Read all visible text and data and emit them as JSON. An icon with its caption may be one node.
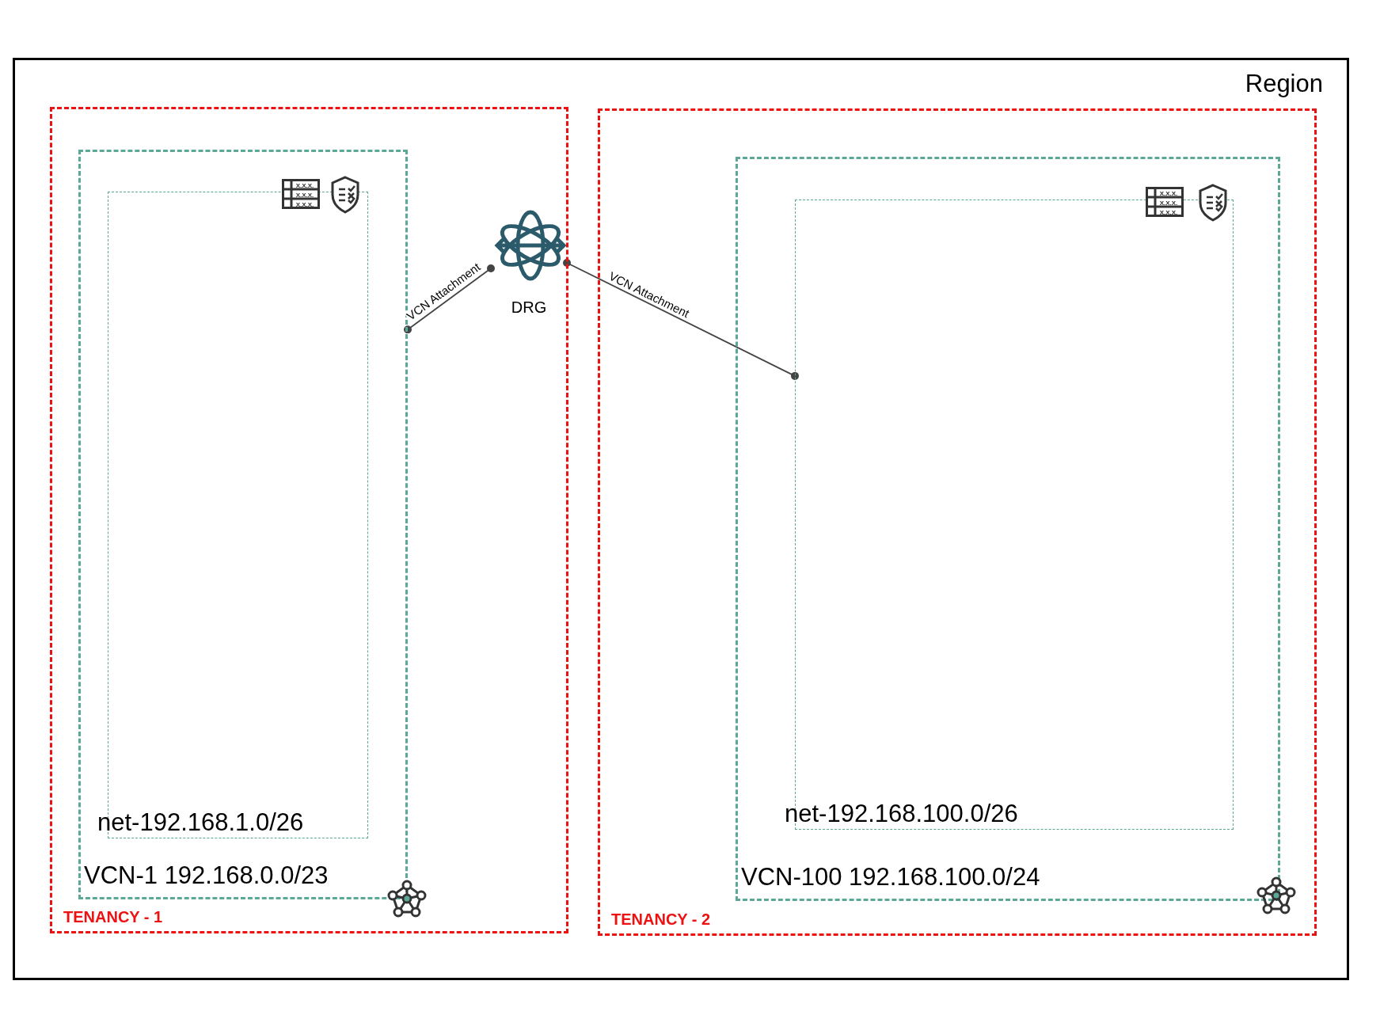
{
  "diagram": {
    "nodes": [
      {
        "text": [
          "Region"
        ]
      },
      {
        "text": [
          "TENANCY - 1"
        ],
        "in": 0
      },
      {
        "text": [
          "VCN-1 192.168.0.0/23"
        ],
        "in": 1
      },
      {
        "text": [
          "net-192.168.1.0/26"
        ],
        "in": 2
      },
      {
        "text": [
          "TENANCY - 2"
        ],
        "in": 0
      },
      {
        "text": [
          "VCN-100 192.168.100.0/24"
        ],
        "in": 4
      },
      {
        "text": [
          "net-192.168.100.0/26"
        ],
        "in": 5
      },
      {
        "text": [
          "DRG"
        ],
        "in": 1
      }
    ],
    "edges": [
      {
        "from": 7,
        "to": 2,
        "arrow": "other",
        "label": "VCN Attachment"
      },
      {
        "from": 7,
        "to": 6,
        "arrow": "other",
        "label": "VCN Attachment"
      }
    ],
    "labels": [
      "X.X.X.",
      "X.X.X.",
      "X.X.X.",
      "X.X.X.",
      "X.X.X.",
      "X.X.X."
    ]
  }
}
